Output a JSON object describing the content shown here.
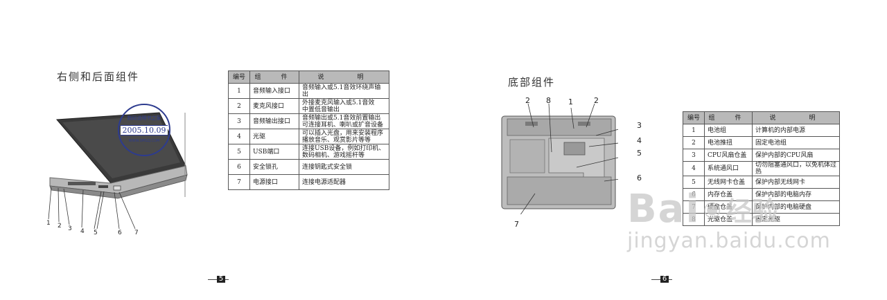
{
  "left_page": {
    "title": "右侧和后面组件",
    "stamp": {
      "top": "数码说明书之家",
      "date": "2005.10.09",
      "bottom": "WWW.SMSZJ.COM"
    },
    "callouts": [
      "1",
      "2",
      "3",
      "4",
      "5",
      "6",
      "7"
    ],
    "table": {
      "headers": [
        "编号",
        "组　件",
        "说　　明"
      ],
      "rows": [
        {
          "num": "1",
          "component": "音频输入接口",
          "desc": [
            "音频输入或5.1音效环绕声输出"
          ]
        },
        {
          "num": "2",
          "component": "麦克风接口",
          "desc": [
            "外接麦克风输入或5.1音效",
            "中置低音输出"
          ]
        },
        {
          "num": "3",
          "component": "音频输出接口",
          "desc": [
            "音频输出或5.1音效前置输出",
            "可连接耳机、喇叭或扩音设备"
          ]
        },
        {
          "num": "4",
          "component": "光驱",
          "desc": [
            "可以插入光盘，用来安装程序",
            "播放音乐、观赏影片等等"
          ]
        },
        {
          "num": "5",
          "component": "USB端口",
          "desc": [
            "连接USB设备，例如打印机、",
            "数码相机、游戏摇杆等"
          ]
        },
        {
          "num": "6",
          "component": "安全锁孔",
          "desc": [
            "连接钥匙式安全锁"
          ]
        },
        {
          "num": "7",
          "component": "电源接口",
          "desc": [
            "连接电源适配器"
          ]
        }
      ]
    },
    "page_number": "5"
  },
  "right_page": {
    "title": "底部组件",
    "callouts": [
      "2",
      "8",
      "1",
      "2",
      "3",
      "4",
      "5",
      "6",
      "7"
    ],
    "table": {
      "headers": [
        "编号",
        "组　件",
        "说　　明"
      ],
      "rows": [
        {
          "num": "1",
          "component": "电池组",
          "desc": "计算机的内部电源"
        },
        {
          "num": "2",
          "component": "电池推扭",
          "desc": "固定电池组"
        },
        {
          "num": "3",
          "component": "CPU风扇仓盖",
          "desc": "保护内部的CPU风扇"
        },
        {
          "num": "4",
          "component": "系统通风口",
          "desc": "切勿阻塞通风口，以免机体过热"
        },
        {
          "num": "5",
          "component": "无线网卡仓盖",
          "desc": "保护内部无线网卡"
        },
        {
          "num": "6",
          "component": "内存仓盖",
          "desc": "保护内部的电脑内存"
        },
        {
          "num": "7",
          "component": "硬盘仓盖",
          "desc": "保护内部的电脑硬盘"
        },
        {
          "num": "8",
          "component": "光驱仓盖",
          "desc": "固定光驱"
        }
      ]
    },
    "page_number": "6"
  },
  "watermark": {
    "logo": "Bai",
    "logo_suffix": "经验",
    "url": "jingyan.baidu.com"
  }
}
